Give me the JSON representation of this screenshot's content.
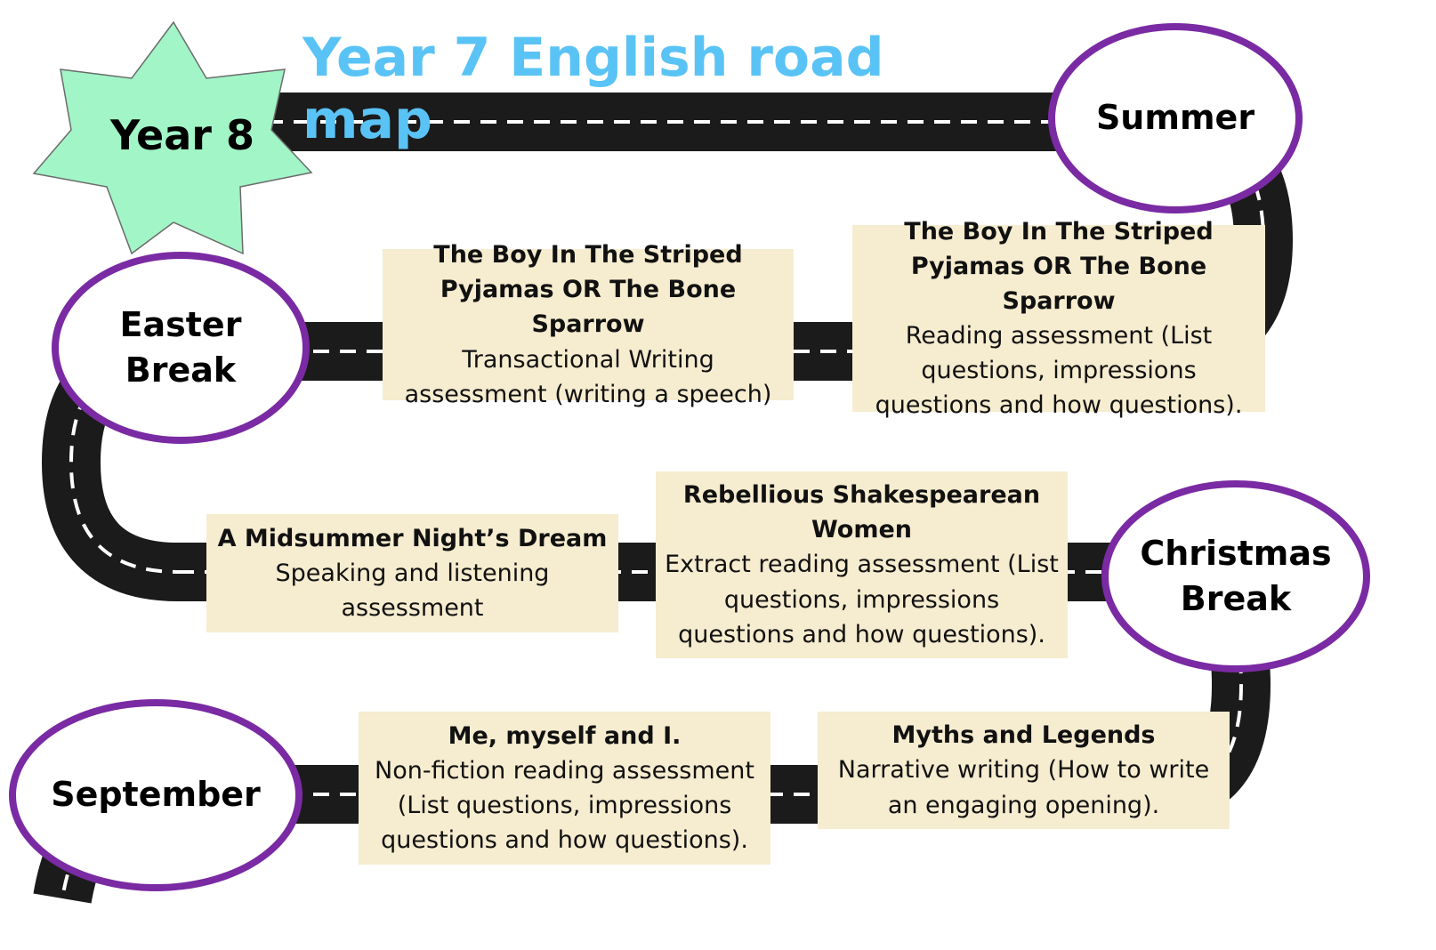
{
  "title": "Year 7 English road map",
  "colors": {
    "title": "#5ac3f5",
    "oval_border": "#7a2aa3",
    "box_bg": "#f6eccf",
    "star_fill": "#a2f5c6",
    "road": "#1b1b1b",
    "dash": "#ffffff"
  },
  "star": {
    "label": "Year 8",
    "icon": "star-icon"
  },
  "milestones": {
    "summer": "Summer",
    "easter": "Easter\nBreak",
    "christmas": "Christmas\nBreak",
    "september": "September"
  },
  "units": [
    {
      "title": "The Boy In The Striped Pyjamas OR The Bone Sparrow",
      "body": "Transactional Writing assessment (writing a speech)"
    },
    {
      "title": "The Boy In The Striped Pyjamas OR The Bone Sparrow",
      "body": "Reading assessment (List questions, impressions questions and how questions)."
    },
    {
      "title": "A Midsummer Night’s Dream",
      "body": "Speaking and listening assessment"
    },
    {
      "title": "Rebellious Shakespearean Women",
      "body": "Extract reading assessment (List questions, impressions questions and how questions)."
    },
    {
      "title": "Me, myself and I.",
      "body": "Non-fiction reading assessment (List questions, impressions questions and how questions)."
    },
    {
      "title": "Myths and Legends",
      "body": "Narrative writing (How to write an engaging opening)."
    }
  ]
}
